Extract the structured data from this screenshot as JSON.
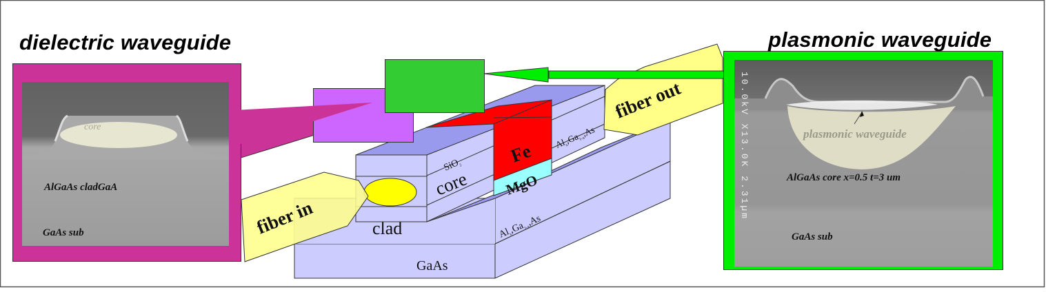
{
  "headings": {
    "left": "dielectric waveguide",
    "right": "plasmonic waveguide"
  },
  "dielectric_panel": {
    "core_label": "core",
    "clad_label": "AlGaAs cladGaA",
    "sub_label": "GaAs sub",
    "frame_color": "#CC3399"
  },
  "plasmonic_panel": {
    "waveguide_label": "plasmonic waveguide",
    "core_label": "AlGaAs core x=0.5 t=3 um",
    "sub_label": "GaAs sub",
    "sem_readout": "10.0kV X13.0K 2.31µm",
    "frame_color": "#00EE00"
  },
  "device": {
    "layers": {
      "sio2": {
        "base": "SiO",
        "sub": "2"
      },
      "core": "core",
      "clad": "clad",
      "substrate": "GaAs",
      "fe": "Fe",
      "mgo": "MgO",
      "algaas_upper": {
        "a": "Al",
        "a_sub": "x",
        "b": "Ga",
        "b_sub": "1-x",
        "c": "As"
      },
      "algaas_lower": {
        "a": "Al",
        "a_sub": "x",
        "b": "Ga",
        "b_sub": "1-x",
        "c": "As"
      }
    },
    "fiber_in": "fiber in",
    "fiber_out": "fiber out",
    "colors": {
      "layer_face": "#CCCCFF",
      "layer_top": "#9999EE",
      "fe": "#FF0000",
      "mgo": "#99FFFF",
      "mode_spot": "#FFFF00",
      "fiber": "#FFFF88",
      "callout_purple": "#CC66FF",
      "callout_green": "#33CC33",
      "arrow": "#00EE00"
    }
  }
}
